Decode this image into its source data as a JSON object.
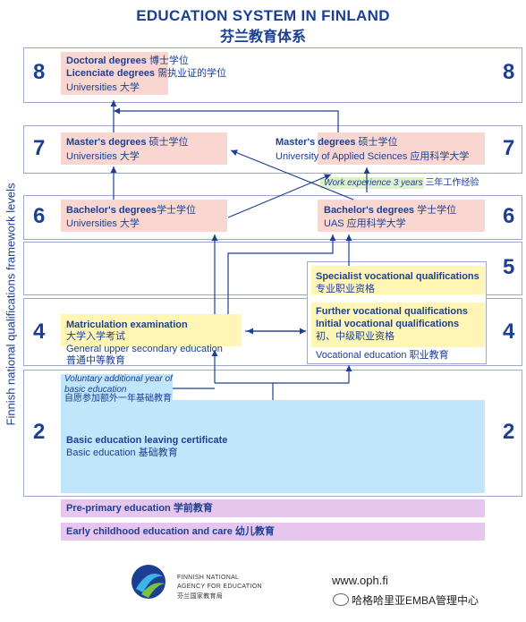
{
  "title": "EDUCATION SYSTEM IN FINLAND",
  "title_cn": "芬兰教育体系",
  "side_label": "Finnish national qualifications framework levels",
  "levels": [
    "8",
    "7",
    "6",
    "5",
    "4",
    "2"
  ],
  "level8": {
    "line1_en": "Doctoral degrees",
    "line1_cn": "博士学位",
    "line2_en": "Licenciate degrees",
    "line2_cn": "需执业证的学位",
    "line3": "Universities 大学"
  },
  "level7": {
    "left_en": "Master's degrees",
    "left_cn": "硕士学位",
    "left_sub": "Universities 大学",
    "right_en": "Master's degrees",
    "right_cn": "硕士学位",
    "right_sub": "University of Applied Sciences 应用科学大学"
  },
  "work_experience": {
    "en": "Work experience 3 years",
    "cn": "三年工作经验"
  },
  "level6": {
    "left_en": "Bachelor's degrees",
    "left_cn": "学士学位",
    "left_sub": "Universities 大学",
    "right_en": "Bachelor's degrees",
    "right_cn": "学士学位",
    "right_sub": "UAS 应用科学大学"
  },
  "level5": {
    "en": "Specialist vocational qualifications",
    "cn": "专业职业资格"
  },
  "level4": {
    "left_title": "Matriculation examination",
    "left_cn": "大学入学考试",
    "left_sub_en": "General upper secondary education",
    "left_sub_cn": "普通中等教育",
    "right_l1": "Further vocational qualifications",
    "right_l2": "Initial vocational qualifications",
    "right_cn": "初、中级职业资格",
    "right_sub": "Vocational education 职业教育"
  },
  "level2": {
    "vol_l1": "Voluntary additional year of",
    "vol_l2": "basic education",
    "vol_cn": "自愿参加额外一年基础教育",
    "cert": "Basic education leaving certificate",
    "basic": "Basic education 基础教育"
  },
  "preprimary": "Pre-primary education 学前教育",
  "early": "Early childhood education and care 幼儿教育",
  "footer": {
    "agency_l1": "FINNISH NATIONAL",
    "agency_l2": "AGENCY FOR EDUCATION",
    "agency_cn": "芬兰国家教育局",
    "url": "www.oph.fi",
    "watermark": "哈格哈里亚EMBA管理中心"
  },
  "colors": {
    "navy": "#1c3f94",
    "pink": "#f9d6cf",
    "yellow": "#fff6b5",
    "blue": "#bfe6fb",
    "purple": "#e7c6ee",
    "green": "#dff0cf"
  }
}
